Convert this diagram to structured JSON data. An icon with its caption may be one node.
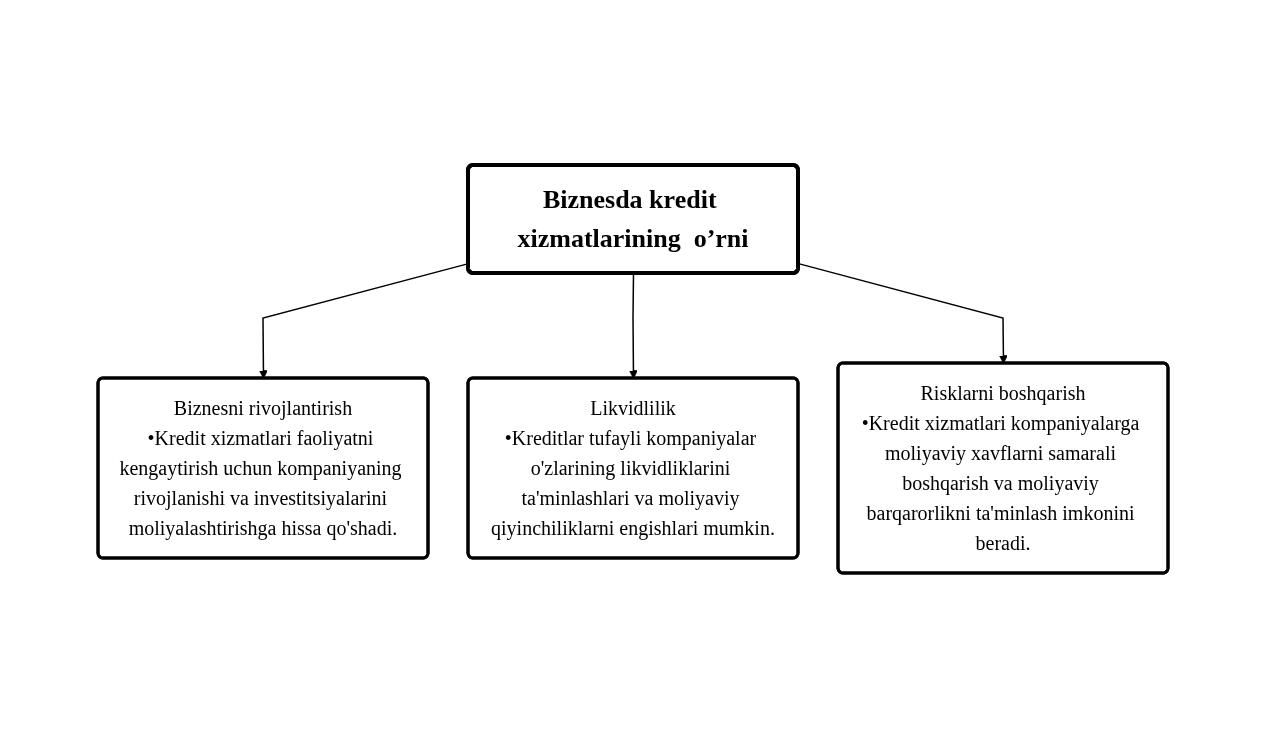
{
  "diagram": {
    "nodes": [
      {
        "text": [
          "Biznesda kredit xizmatlarining  o’rni"
        ]
      },
      {
        "text": [
          "Biznesni rivojlantirish",
          "•Kredit xizmatlari faoliyatni kengaytirish uchun kompaniyaning rivojlanishi va investitsiyalarini moliyalashtirishga hissa qo'shadi."
        ]
      },
      {
        "text": [
          "Likvidlilik",
          "•Kreditlar tufayli kompaniyalar o'zlarining likvidliklarini ta'minlashlari va moliyaviy qiyinchiliklarni engishlari mumkin."
        ]
      },
      {
        "text": [
          "Risklarni boshqarish",
          "•Kredit xizmatlari kompaniyalarga moliyaviy xavflarni samarali boshqarish va moliyaviy barqarorlikni ta'minlash imkonini beradi."
        ]
      }
    ],
    "edges": [
      {
        "from": 0,
        "to": 1,
        "arrow": "to"
      },
      {
        "from": 0,
        "to": 2,
        "arrow": "to"
      },
      {
        "from": 0,
        "to": 3,
        "arrow": "to"
      }
    ]
  }
}
